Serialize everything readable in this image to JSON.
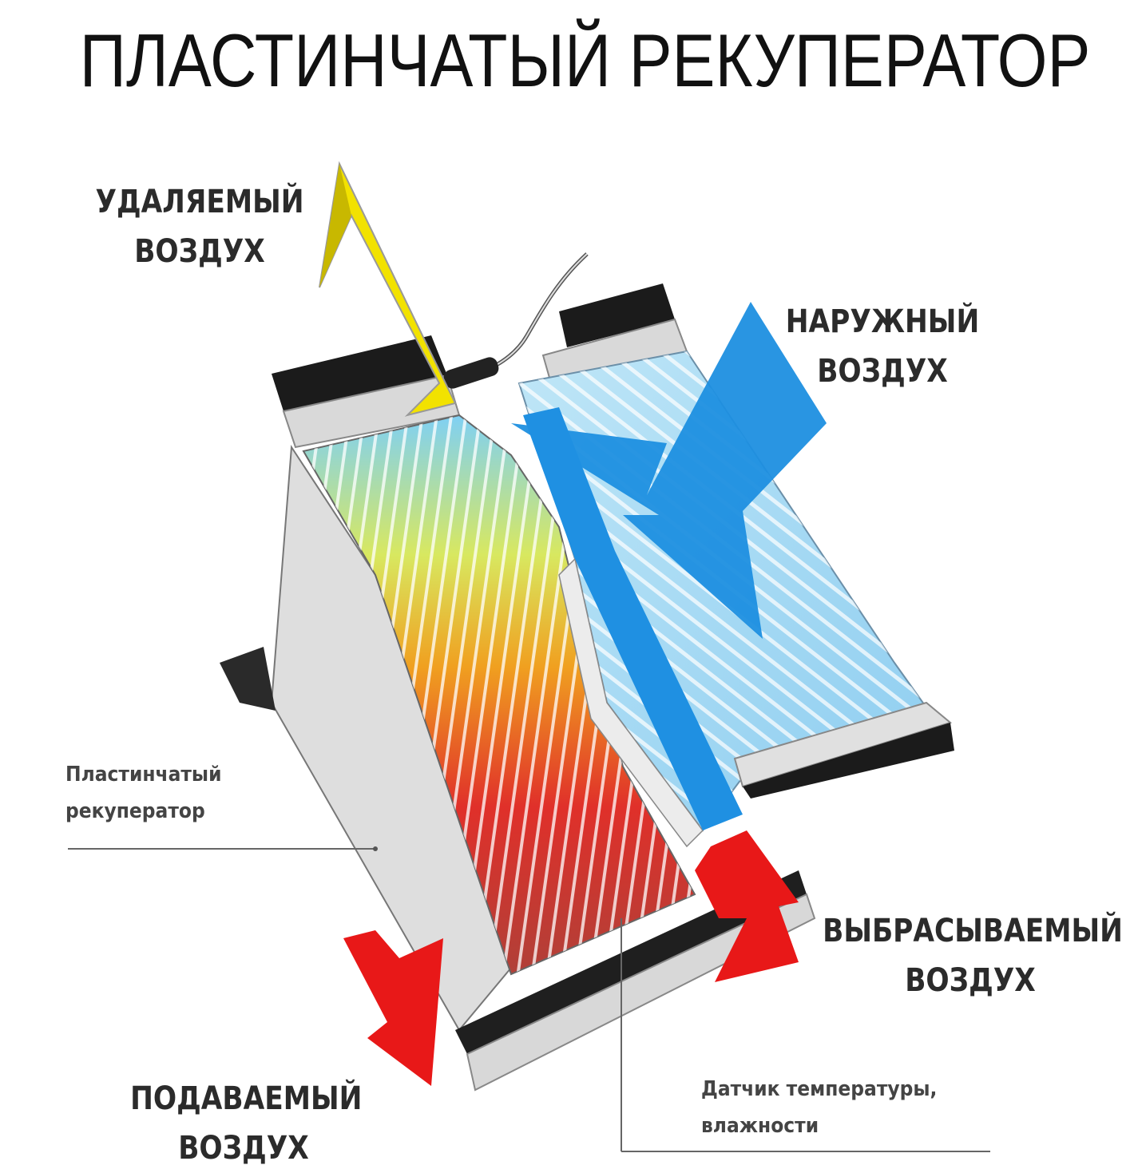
{
  "title": "ПЛАСТИНЧАТЫЙ РЕКУПЕРАТОР",
  "labels": {
    "exhaust": {
      "line1": "УДАЛЯЕМЫЙ",
      "line2": "ВОЗДУХ"
    },
    "outdoor": {
      "line1": "НАРУЖНЫЙ",
      "line2": "ВОЗДУХ"
    },
    "discharge": {
      "line1": "ВЫБРАСЫВАЕМЫЙ",
      "line2": "ВОЗДУХ"
    },
    "supply": {
      "line1": "ПОДАВАЕМЫЙ",
      "line2": "ВОЗДУХ"
    },
    "recuperator": {
      "line1": "Пластинчатый",
      "line2": "рекуператор"
    },
    "sensor": {
      "line1": "Датчик температуры,",
      "line2": "влажности"
    }
  },
  "colors": {
    "exhaust_arrow": "#f2e200",
    "outdoor_arrow": "#1e8fe0",
    "discharge_arrow": "#e81818",
    "supply_arrow": "#e81818",
    "frame": "#222222"
  }
}
